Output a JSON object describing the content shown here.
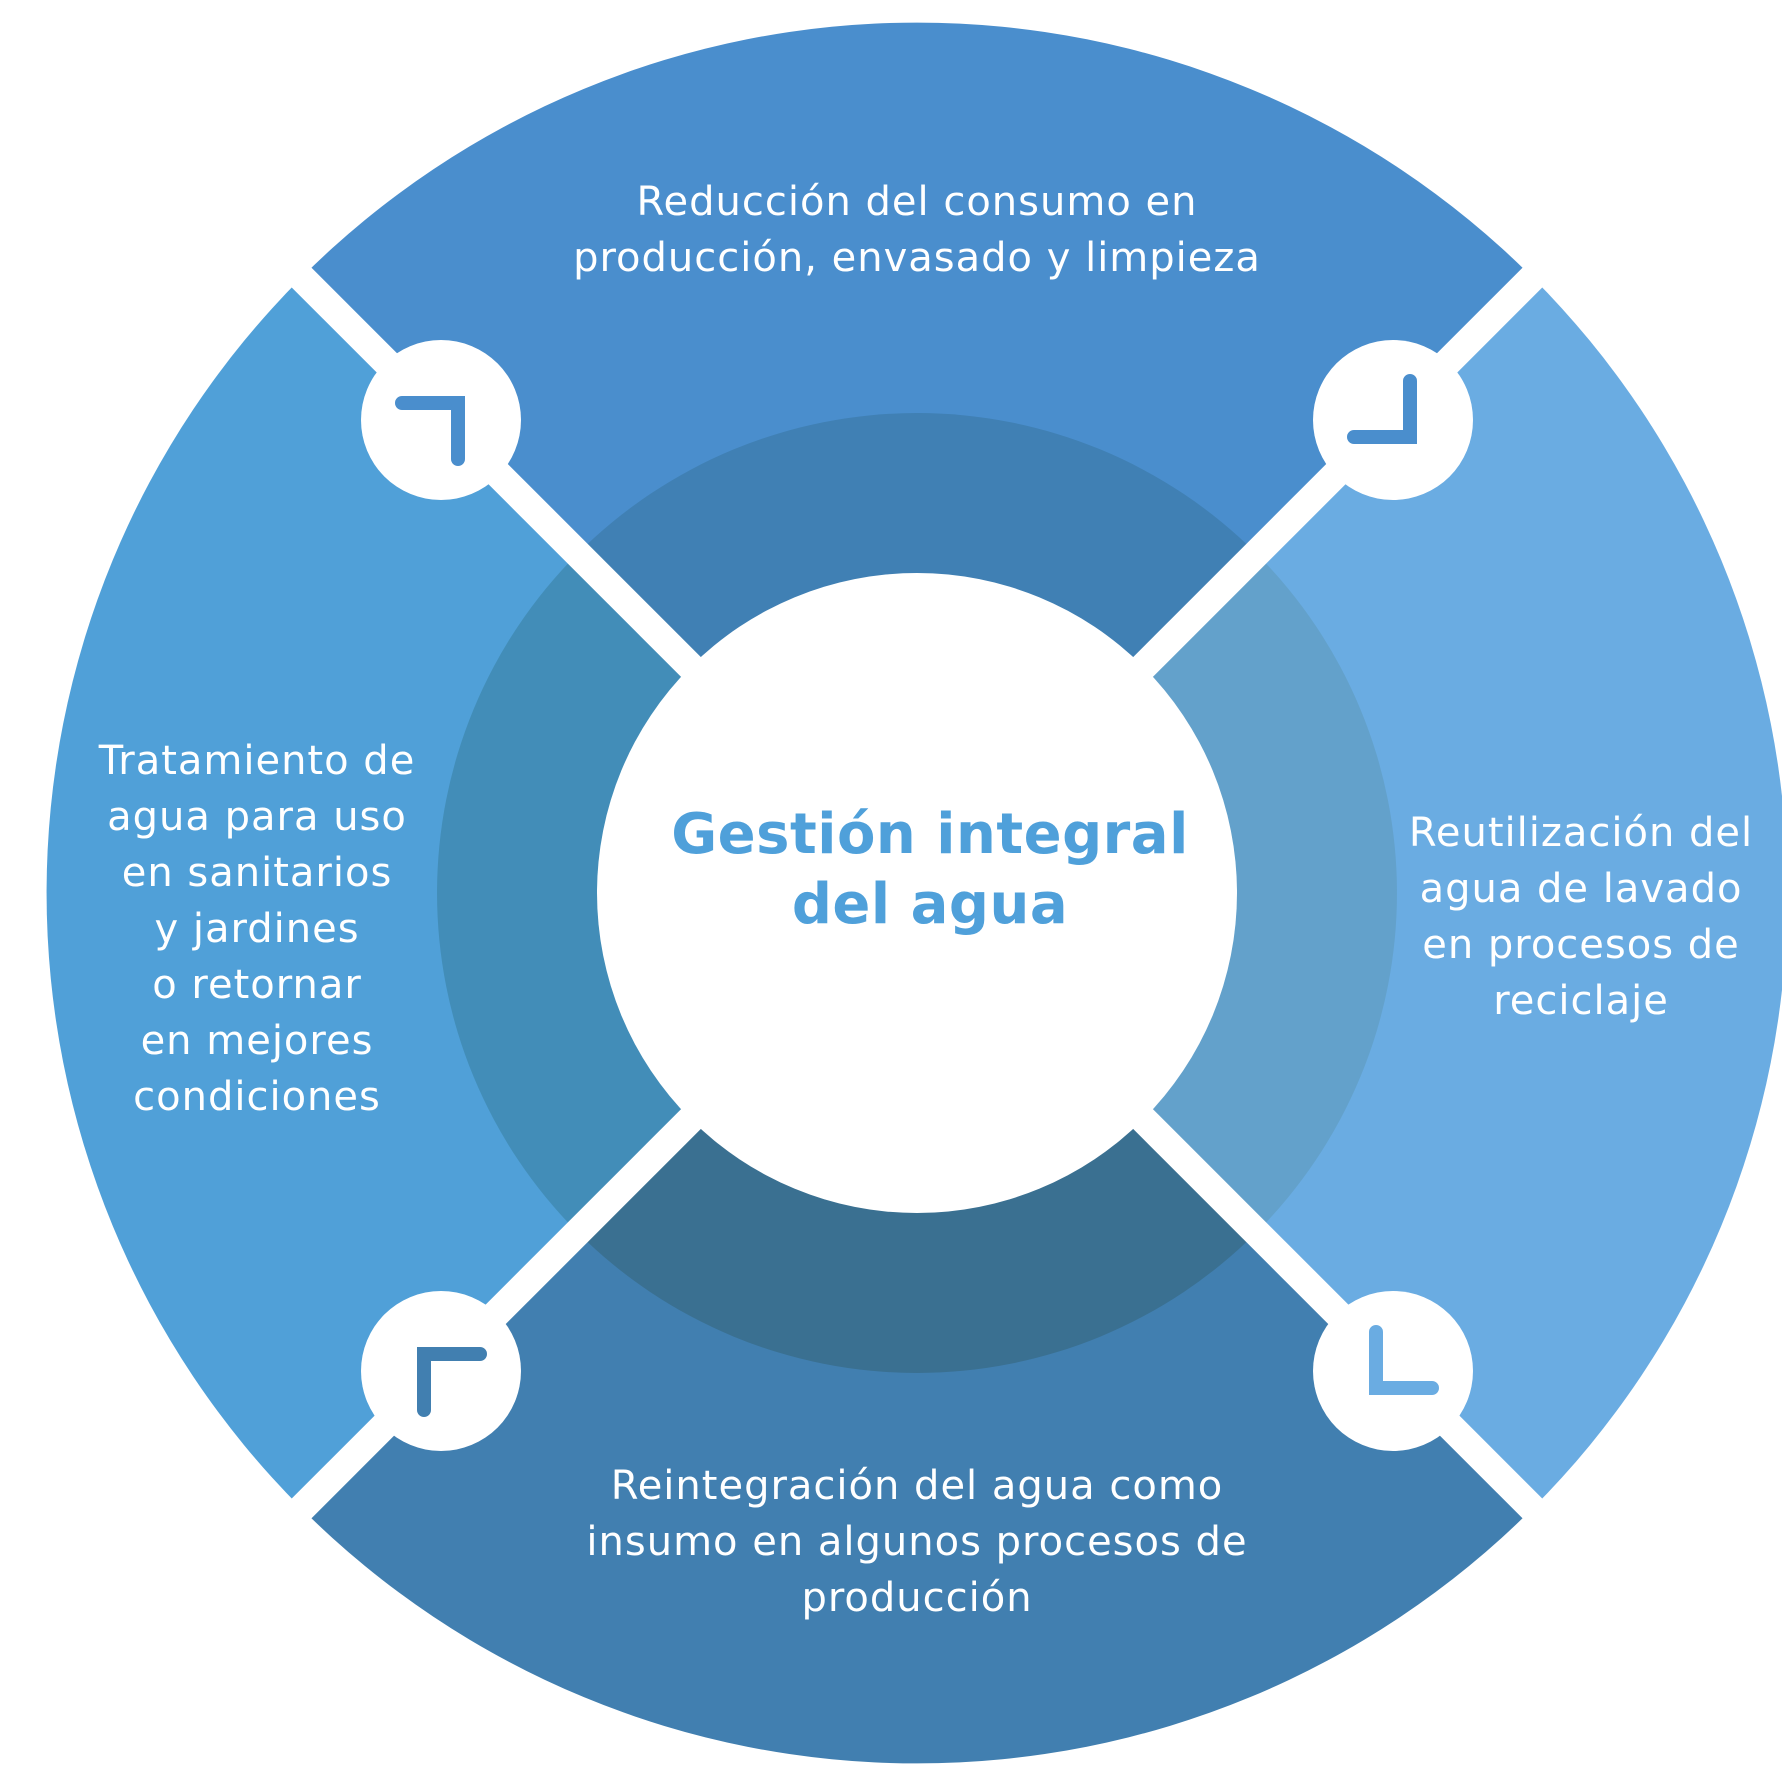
{
  "title": {
    "line1": "Gestión integral",
    "line2": "del agua"
  },
  "segments": {
    "top": {
      "lines": [
        "Reducción del consumo en",
        "producción, envasado y limpieza"
      ]
    },
    "right": {
      "lines": [
        "Reutilización del",
        "agua de lavado",
        "en procesos de",
        "reciclaje"
      ]
    },
    "bottom": {
      "lines": [
        "Reintegración del agua como",
        "insumo en algunos procesos de",
        "producción"
      ]
    },
    "left": {
      "lines": [
        "Tratamiento de",
        "agua para uso",
        "en sanitarios",
        "y jardines",
        "o retornar",
        "en mejores",
        "condiciones"
      ]
    }
  },
  "colors": {
    "top": "#4a8ecd",
    "right": "#6aace2",
    "bottom": "#417fb0",
    "left": "#50a0d8",
    "inner_top": "#4080b4",
    "inner_right": "#63a1cb",
    "inner_bottom": "#3a7091",
    "inner_left": "#428db8",
    "title": "#4fa0da"
  },
  "icons": {
    "top_left": "corner-arrow-top-right-icon",
    "top_right": "corner-arrow-bottom-right-icon",
    "bottom_left": "corner-arrow-top-left-icon",
    "bottom_right": "corner-arrow-bottom-left-icon"
  }
}
